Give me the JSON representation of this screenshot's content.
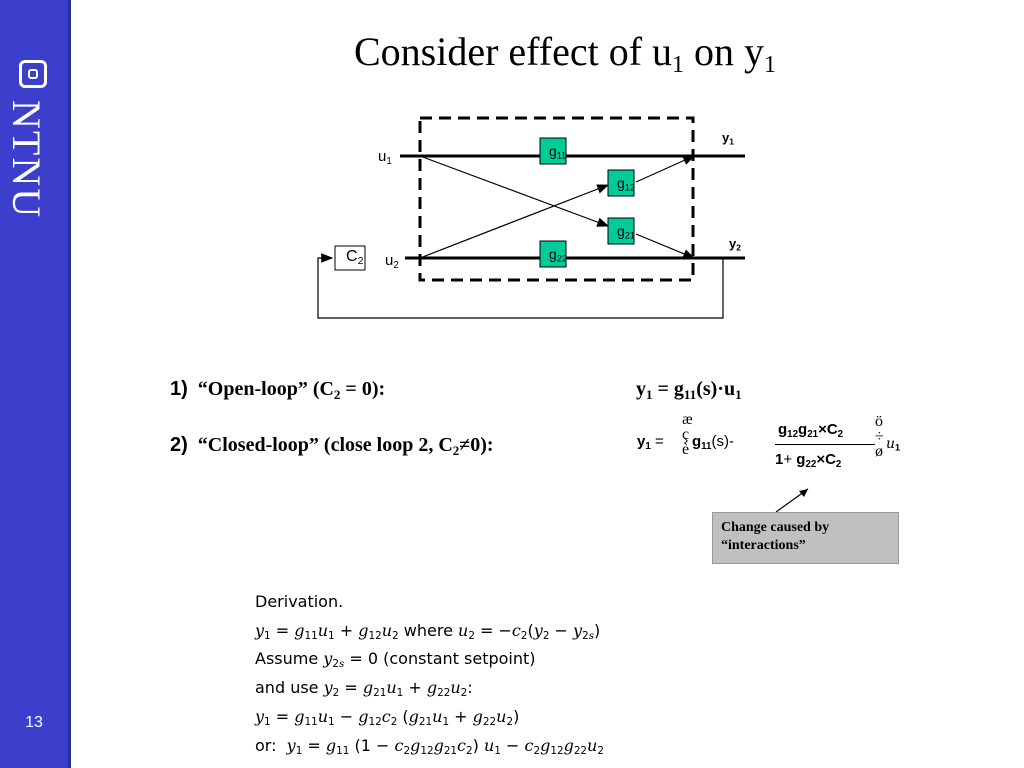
{
  "sidebar": {
    "logo_text": "NTNU",
    "page_number": "13"
  },
  "title": {
    "main": "Consider effect of u",
    "sub1": "1",
    "mid": " on y",
    "sub2": "1"
  },
  "diagram": {
    "u1": "u",
    "u1_sub": "1",
    "u2": "u",
    "u2_sub": "2",
    "y1": "y",
    "y1_sub": "1",
    "y2": "y",
    "y2_sub": "2",
    "c2": "C",
    "c2_sub": "2",
    "g11": "g",
    "g11_sub": "11",
    "g12": "g",
    "g12_sub": "12",
    "g21": "g",
    "g21_sub": "21",
    "g22": "g",
    "g22_sub": "22",
    "block_color": "#00cc99"
  },
  "items": [
    {
      "num": "1)",
      "label": "“Open-loop” (C",
      "label_sub": "2",
      "label_end": " = 0):",
      "eq": "y",
      "eq_sub1": "1",
      "eq_mid": " = g",
      "eq_sub2": "11",
      "eq_end": "(s)·u",
      "eq_sub3": "1"
    },
    {
      "num": "2)",
      "label": "“Closed-loop” (close loop 2, C",
      "label_sub": "2",
      "label_end": "≠0):"
    }
  ],
  "closed_loop_eq": {
    "lhs": "y",
    "lhs_sub": "1",
    "eq_sign": "=",
    "paren_top": "æ",
    "paren_mid": "ç",
    "paren_bot": "è",
    "g": "g",
    "g_sub": "11",
    "s": "(s)",
    "minus": "-",
    "num_g12": "g",
    "num_g12_sub": "12",
    "num_g21": "g",
    "num_g21_sub": "21",
    "num_times": "×C",
    "num_c_sub": "2",
    "den_one": "1",
    "den_plus": "+",
    "den_g22": "g",
    "den_g22_sub": "22",
    "den_times": "×C",
    "den_c_sub": "2",
    "rparen_top": "ö",
    "rparen_mid": "÷",
    "rparen_bot": "ø",
    "u": "u",
    "u_sub": "1"
  },
  "callout": {
    "text1": "Change caused by",
    "text2": "“interactions”"
  },
  "derivation": {
    "heading": "Derivation.",
    "l1_where": "where",
    "l2_assume": "Assume",
    "l2_paren": "(constant setpoint)",
    "l3_use": "and use",
    "l5_or": "or:"
  }
}
